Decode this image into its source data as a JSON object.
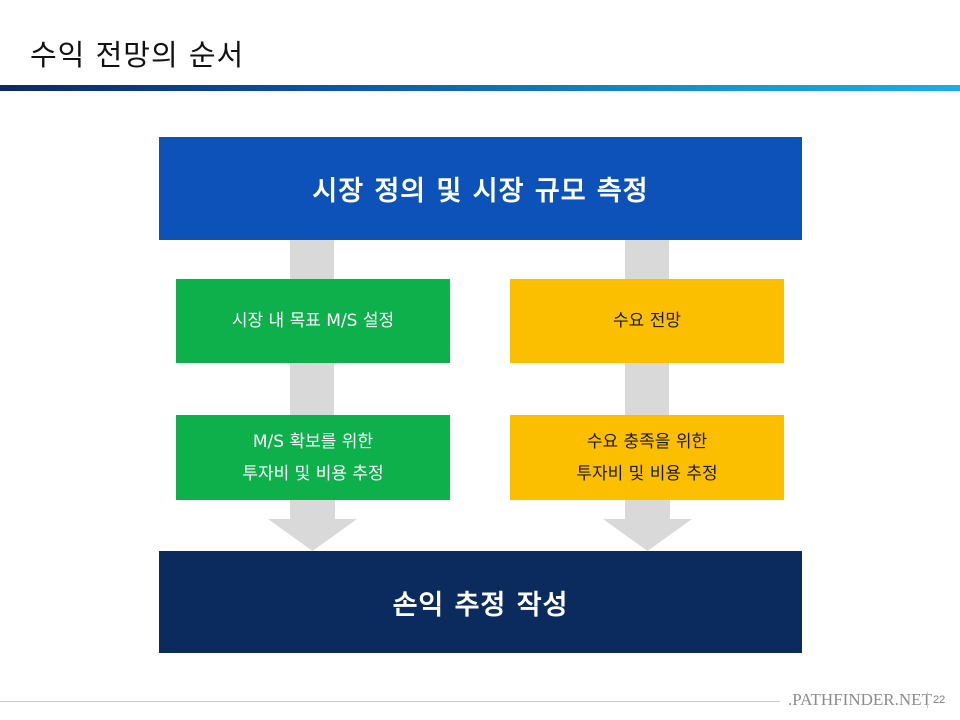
{
  "slide": {
    "title": "수익 전망의 순서",
    "page_number": "22"
  },
  "diagram": {
    "top_box": "시장 정의 및 시장 규모 측정",
    "left_box_1": "시장 내 목표 M/S 설정",
    "left_box_2_line1": "M/S 확보를 위한",
    "left_box_2_line2": "투자비 및 비용 추정",
    "right_box_1": "수요 전망",
    "right_box_2_line1": "수요 충족을 위한",
    "right_box_2_line2": "투자비 및 비용 추정",
    "bottom_box": "손익 추정 작성"
  },
  "footer": {
    "logo_text": ".PATHFINDER.NET"
  },
  "colors": {
    "top_box": "#0c52b8",
    "bottom_box": "#0b2a5e",
    "green_box": "#0db04b",
    "yellow_box": "#fcbf00",
    "connector": "#d9d9d9",
    "title_bar_start": "#0b2a66",
    "title_bar_end": "#18aeea"
  }
}
